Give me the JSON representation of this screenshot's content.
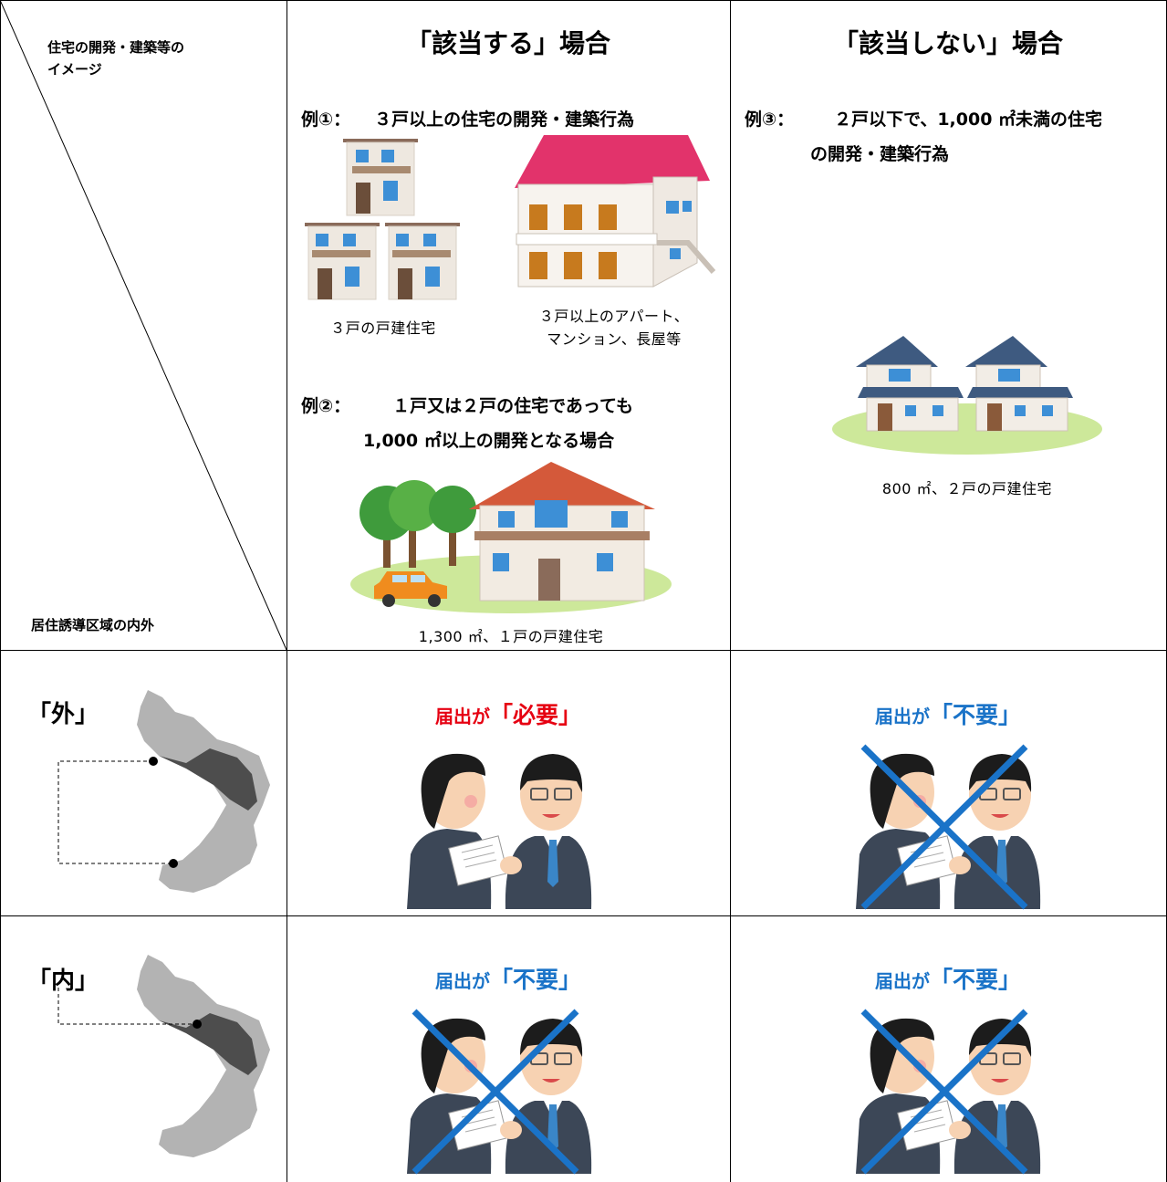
{
  "header": {
    "corner_top_line1": "住宅の開発・建築等の",
    "corner_top_line2": "イメージ",
    "corner_bottom": "居住誘導区域の内外",
    "col_applicable": "「該当する」場合",
    "col_not_applicable": "「該当しない」場合"
  },
  "examples": {
    "ex1_label": "例①：",
    "ex1_text": "３戸以上の住宅の開発・建築行為",
    "ex1_caption_houses": "３戸の戸建住宅",
    "ex1_caption_apart_1": "３戸以上のアパート、",
    "ex1_caption_apart_2": "マンション、長屋等",
    "ex2_label": "例②：",
    "ex2_text_1": "１戸又は２戸の住宅であっても",
    "ex2_text_2": "1,000 ㎡以上の開発となる場合",
    "ex2_caption": "1,300 ㎡、１戸の戸建住宅",
    "ex3_label": "例③：",
    "ex3_text_1": "２戸以下で、1,000 ㎡未満の住宅",
    "ex3_text_2": "の開発・建築行為",
    "ex3_caption": "800 ㎡、２戸の戸建住宅"
  },
  "rows": {
    "outside_label": "「外」",
    "inside_label": "「内」",
    "notice_prefix": "届出が",
    "required": "「必要」",
    "not_required": "「不要」"
  },
  "colors": {
    "required": "#e60012",
    "not_required": "#1a73c8",
    "cross": "#1a73c8"
  }
}
